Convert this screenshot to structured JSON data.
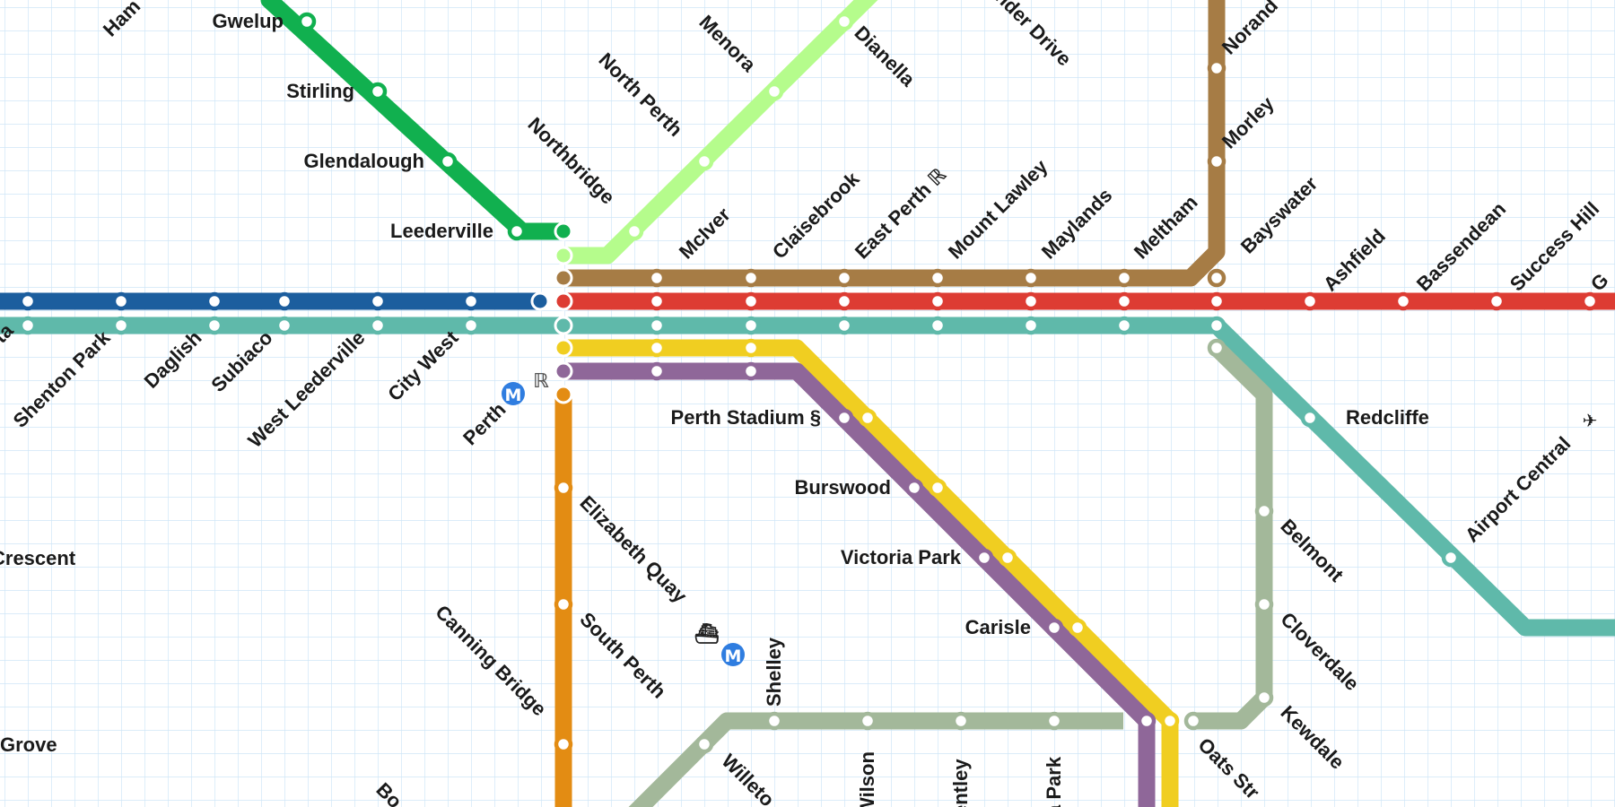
{
  "colors": {
    "background": "#ffffff",
    "grid": "#cfe6f7",
    "green": "#11b04f",
    "lime": "#b5fc8c",
    "brown": "#a67c45",
    "blue": "#1c5e9e",
    "red": "#dd3c33",
    "teal": "#5fb9aa",
    "yellow": "#f0ce21",
    "purple": "#8f6799",
    "orange": "#e38c13",
    "sage": "#a3b89a",
    "metro": "#2f7de0"
  },
  "icons": {
    "metro": "metro-icon",
    "rail": "rail-icon",
    "ferry": "ferry-icon",
    "airport": "airplane-icon",
    "metro_letter": "M",
    "rail_letter": "ℝ",
    "ferry_glyph": "⛴",
    "airport_glyph": "✈"
  },
  "stations": {
    "hamersley": "Ham",
    "gwelup": "Gwelup",
    "stirling": "Stirling",
    "glendalough": "Glendalough",
    "leederville": "Leederville",
    "northbridge": "Northbridge",
    "north_perth": "North Perth",
    "menora": "Menora",
    "dianella": "Dianella",
    "alexander_drive": "nder Drive",
    "noranda": "Norand",
    "morley": "Morley",
    "mciver": "McIver",
    "claisebrook": "Claisebrook",
    "east_perth": "East Perth ℝ",
    "mount_lawley": "Mount Lawley",
    "maylands": "Maylands",
    "meltham": "Meltham",
    "bayswater": "Bayswater",
    "ashfield": "Ashfield",
    "bassendean": "Bassendean",
    "success_hill": "Success Hill",
    "guildford": "G",
    "west_partial": "ta",
    "shenton_park": "Shenton Park",
    "daglish": "Daglish",
    "subiaco": "Subiaco",
    "west_leederville": "West Leederville",
    "city_west": "City West",
    "perth": "Perth",
    "perth_stadium": "Perth Stadium §",
    "burswood": "Burswood",
    "victoria_park": "Victoria Park",
    "carlisle": "Carisle",
    "redcliffe": "Redcliffe",
    "airport_central": "Airport Central",
    "belmont": "Belmont",
    "cloverdale": "Cloverdale",
    "kewdale": "Kewdale",
    "crescent": "Crescent",
    "grove": "Grove",
    "elizabeth_quay": "Elizabeth Quay",
    "south_perth": "South Perth",
    "canning_bridge": "Canning Bridge",
    "shelley": "Shelley",
    "willetton": "Willeto",
    "wilson": "Wilson",
    "bentley": "entley",
    "park": "a Park",
    "oats_street": "Oats Str",
    "bottom_b": "Bo"
  }
}
